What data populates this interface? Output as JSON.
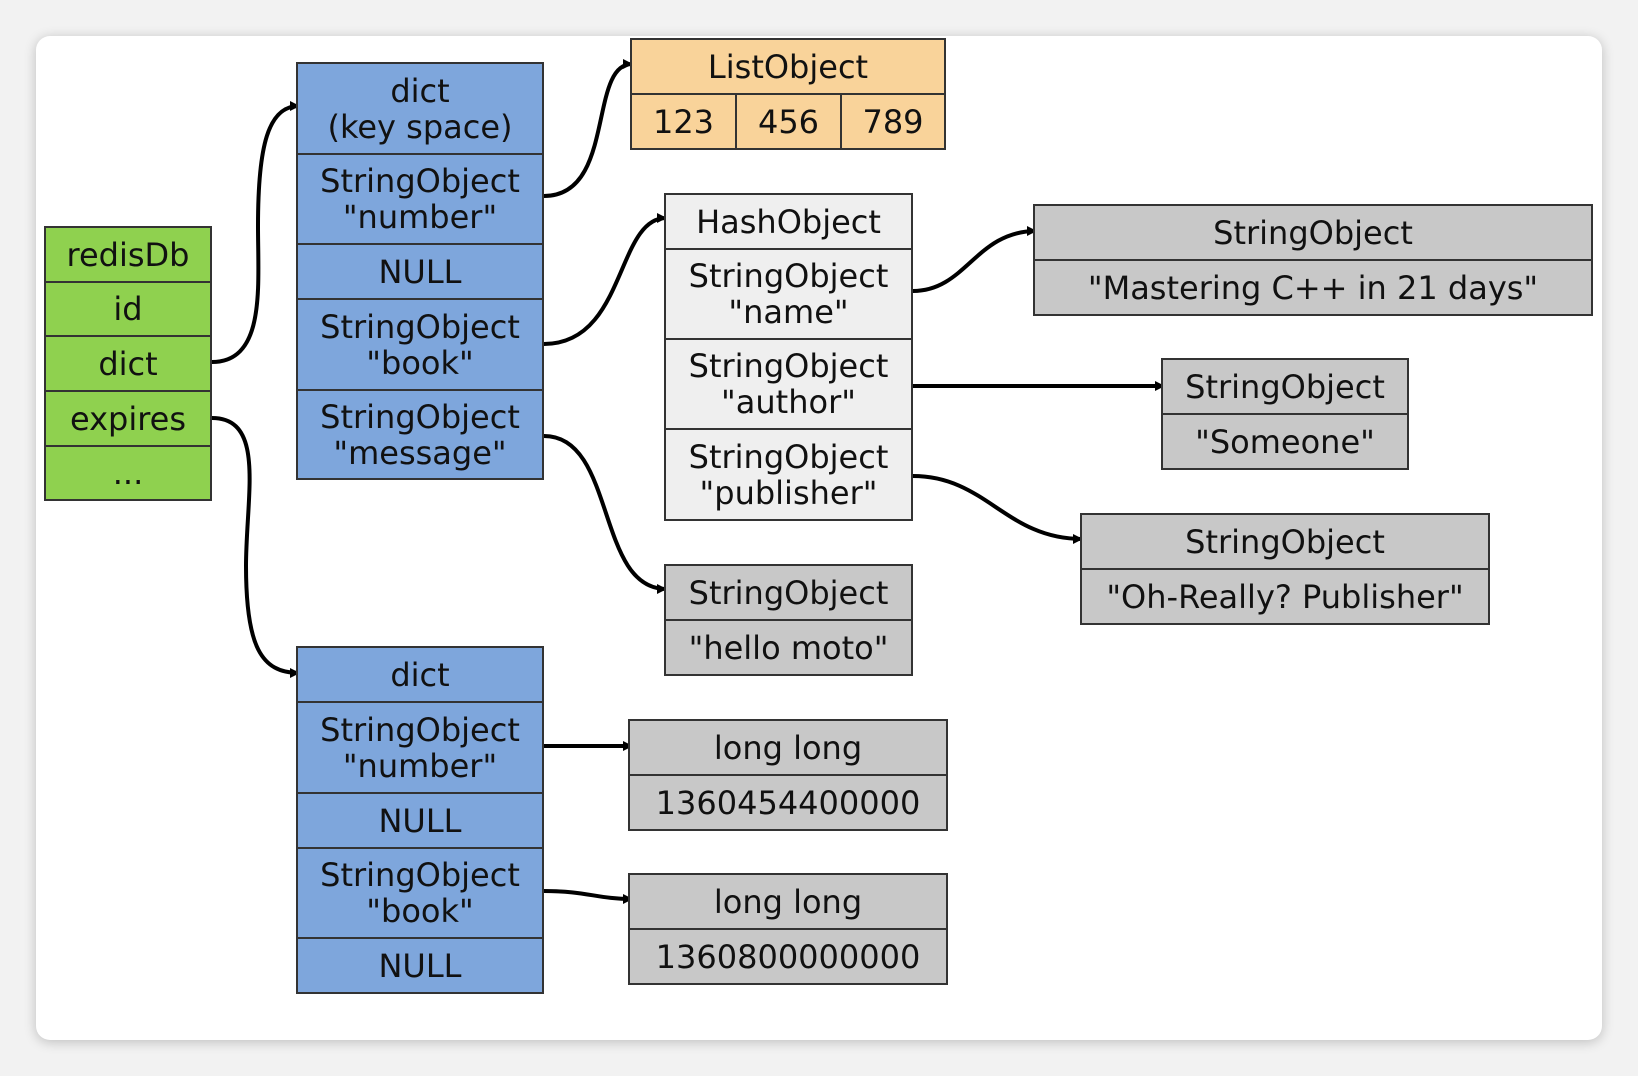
{
  "redisDb": [
    "redisDb",
    "id",
    "dict",
    "expires",
    "..."
  ],
  "keyspace": {
    "header": "dict\n(key space)",
    "cells": [
      "StringObject\n\"number\"",
      "NULL",
      "StringObject\n\"book\"",
      "StringObject\n\"message\""
    ]
  },
  "expires_dict": {
    "header": "dict",
    "cells": [
      "StringObject\n\"number\"",
      "NULL",
      "StringObject\n\"book\"",
      "NULL"
    ]
  },
  "list_object": {
    "title": "ListObject",
    "values": [
      "123",
      "456",
      "789"
    ]
  },
  "hash_object": {
    "title": "HashObject",
    "fields": [
      "StringObject\n\"name\"",
      "StringObject\n\"author\"",
      "StringObject\n\"publisher\""
    ]
  },
  "string_name": {
    "title": "StringObject",
    "value": "\"Mastering C++ in 21 days\""
  },
  "string_author": {
    "title": "StringObject",
    "value": "\"Someone\""
  },
  "string_publisher": {
    "title": "StringObject",
    "value": "\"Oh-Really? Publisher\""
  },
  "string_message": {
    "title": "StringObject",
    "value": "\"hello moto\""
  },
  "expire_number": {
    "title": "long long",
    "value": "1360454400000"
  },
  "expire_book": {
    "title": "long long",
    "value": "1360800000000"
  },
  "colors": {
    "redisDb": "#8fd14f",
    "dict": "#7ea6dc",
    "list": "#f9d39a",
    "hash": "#efefef",
    "string": "#c8c8c8"
  }
}
